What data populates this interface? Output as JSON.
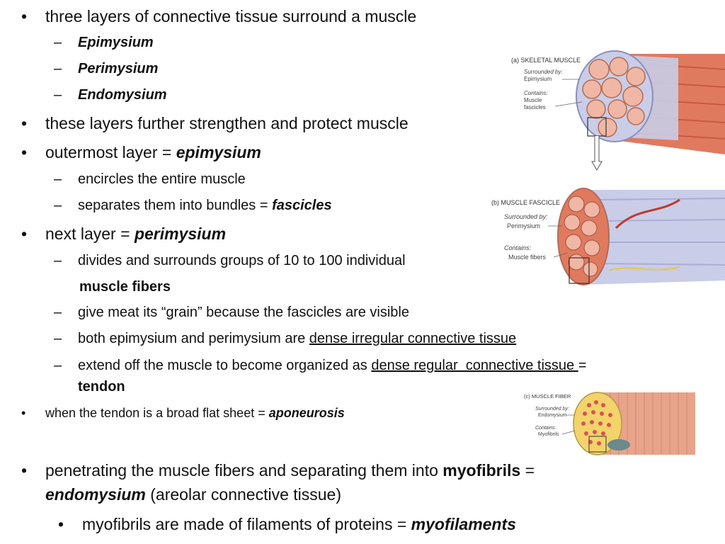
{
  "bullets": {
    "b1": "three layers of connective tissue surround a muscle",
    "b1_s1": "Epimysium",
    "b1_s2": "Perimysium",
    "b1_s3": "Endomysium",
    "b2": "these layers further strengthen and protect muscle",
    "b3_pre": "outermost layer = ",
    "b3_em": "epimysium",
    "b3_s1": "encircles the entire muscle",
    "b3_s2_pre": "separates them into bundles = ",
    "b3_s2_em": "fascicles",
    "b4_pre": "next layer = ",
    "b4_em": "perimysium",
    "b4_s1_a": "divides and surrounds groups of 10 to 100 individual",
    "b4_s1_b": "muscle fibers",
    "b4_s2": "give meat its “grain” because the fascicles are visible",
    "b4_s3_pre": "both epimysium and perimysium are ",
    "b4_s3_u": "dense irregular connective tissue",
    "b4_s4_pre": "extend off the muscle to become organized as ",
    "b4_s4_u": "dense regular  connective tissue ",
    "b4_s4_eq": "=",
    "b4_s4_b": "tendon",
    "b5_pre": "when the tendon is a broad flat sheet = ",
    "b5_em": "aponeurosis",
    "b6_pre": "penetrating the muscle fibers and separating them into ",
    "b6_b": "myofibrils",
    "b6_eq": " =",
    "b6_em": "endomysium",
    "b6_post": " (areolar connective tissue)",
    "b7_pre": "myofibrils are made of filaments of proteins = ",
    "b7_em": "myofilaments"
  },
  "markers": {
    "bullet": "•",
    "dash": "–"
  },
  "figures": {
    "a": {
      "title": "(a) SKELETAL MUSCLE",
      "sur_label": "Surrounded by:",
      "sur_value": "Epimysium",
      "con_label": "Contains:",
      "con_value_1": "Muscle",
      "con_value_2": "fascicles"
    },
    "b": {
      "title": "(b) MUSCLE FASCICLE",
      "sur_label": "Surrounded by:",
      "sur_value": "Perimysium",
      "con_label": "Contains:",
      "con_value_1": "Muscle fibers"
    },
    "c": {
      "title": "(c) MUSCLE FIBER",
      "sur_label": "Surrounded by:",
      "sur_value": "Endomysium",
      "con_label": "Contains:",
      "con_value_1": "Myofibrils"
    }
  },
  "colors": {
    "muscle": "#e07a5f",
    "muscle_dark": "#c85a3e",
    "sheath": "#c9cde8",
    "fascicle": "#f0b7a4",
    "dot": "#d9534f"
  }
}
